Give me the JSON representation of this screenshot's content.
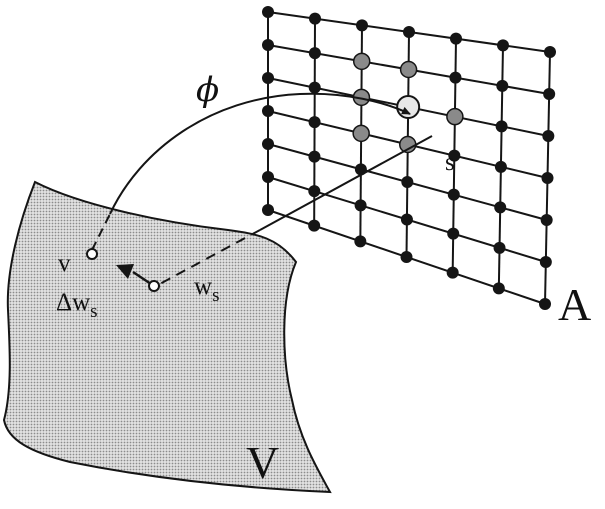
{
  "labels": {
    "phi": "ϕ",
    "s": "s",
    "v": "v",
    "ws_main": "w",
    "ws_sub": "s",
    "delta": "Δ",
    "delta_w": "w",
    "delta_sub": "s",
    "A": "A",
    "V": "V"
  },
  "colors": {
    "ink": "#151515",
    "region_fill": "#cfcfcf",
    "neighbor_fill": "#8a8a8a",
    "winner_fill": "#e8e8e8"
  }
}
